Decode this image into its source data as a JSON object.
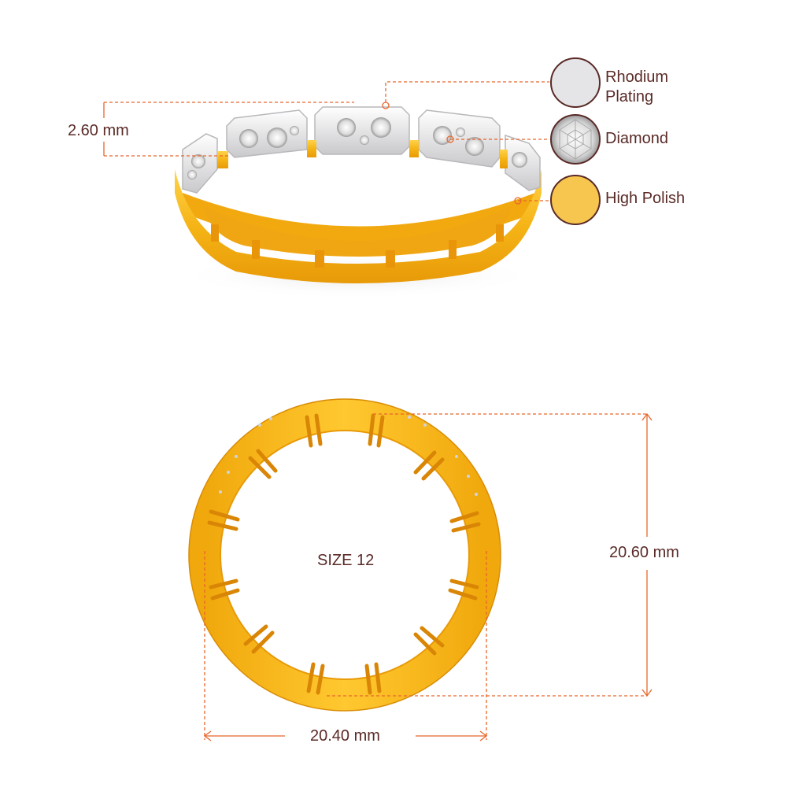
{
  "dimensions": {
    "band_width": "2.60 mm",
    "outer_height": "20.60 mm",
    "outer_width": "20.40 mm",
    "size_label": "SIZE 12"
  },
  "legend": [
    {
      "label_line1": "Rhodium",
      "label_line2": "Plating",
      "swatch": "rhodium-swatch",
      "color": "#e4e4e6"
    },
    {
      "label_line1": "Diamond",
      "label_line2": "",
      "swatch": "diamond-swatch",
      "color": "#f1f1f1"
    },
    {
      "label_line1": "High Polish",
      "label_line2": "",
      "swatch": "gold-swatch",
      "color": "#f6c64e"
    }
  ],
  "colors": {
    "accent_dimension": "#e8662b",
    "text": "#5a2a27",
    "gold": "#f5b416",
    "gold_dark": "#e59a06",
    "rhodium": "#e8e8ea"
  }
}
